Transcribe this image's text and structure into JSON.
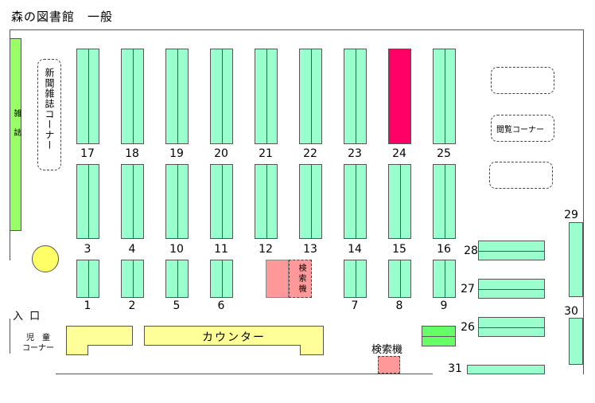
{
  "title": "森の図書館　一般",
  "magazine_shelf": "雑　誌",
  "newspaper_corner": "新聞雑誌コーナー",
  "reading_corner": "閲覧コーナー",
  "entrance": "入 口",
  "children_corner": "児　童\nコーナー",
  "counter": "カウンター",
  "search_terminal_top": "検索機",
  "search_terminal_bottom": "検索機",
  "highlight_color": "#ff0066",
  "shelf_color": "#99ffcc",
  "shelves": {
    "row_top": [
      "17",
      "18",
      "19",
      "20",
      "21",
      "22",
      "23",
      "24",
      "25"
    ],
    "row_mid": [
      "3",
      "4",
      "10",
      "11",
      "12",
      "13",
      "14",
      "15",
      "16"
    ],
    "row_bottom": [
      "1",
      "2",
      "5",
      "6",
      "7",
      "8",
      "9"
    ],
    "right_horizontal": [
      "28",
      "27",
      "26",
      "31"
    ],
    "right_vertical": [
      "29",
      "30"
    ]
  },
  "highlighted_shelf": "24"
}
